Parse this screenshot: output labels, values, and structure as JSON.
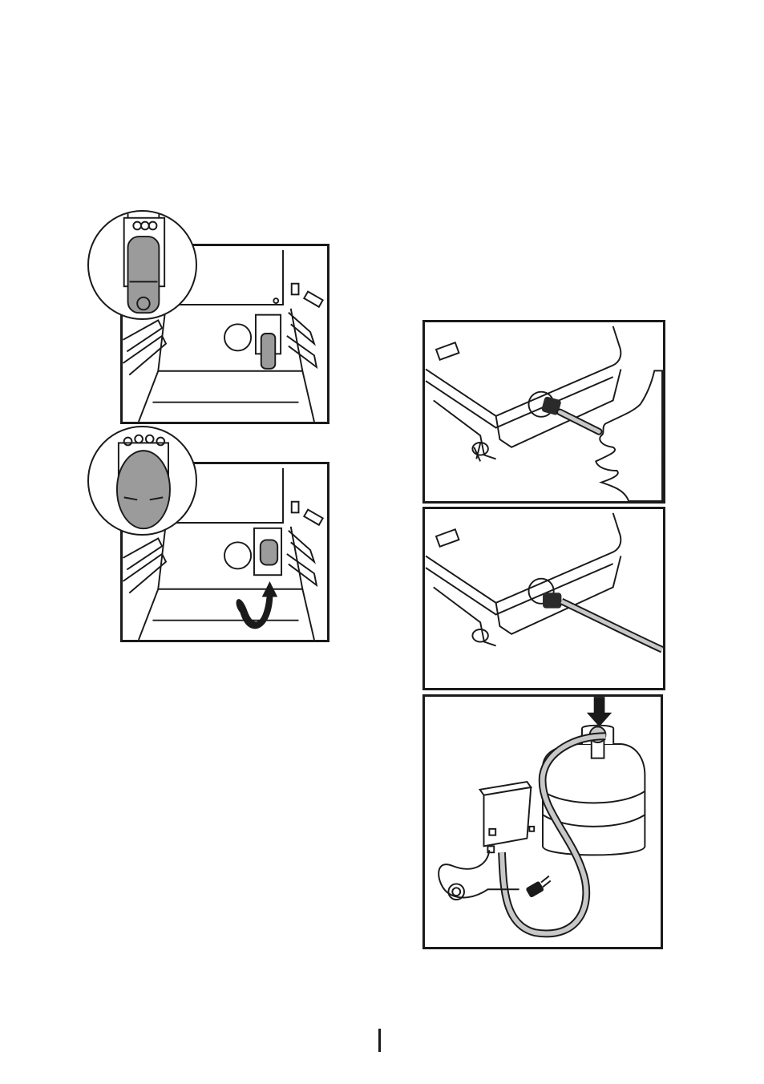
{
  "document": {
    "kind": "appliance manual page",
    "figures": [
      {
        "id": "filter-insert",
        "icons": [
          "fridge-interior-icon",
          "water-filter-icon",
          "magnifier-circle-icon"
        ]
      },
      {
        "id": "filter-twist",
        "icons": [
          "fridge-interior-icon",
          "water-filter-icon",
          "rotate-arrow-icon",
          "magnifier-circle-icon"
        ]
      },
      {
        "id": "tank-hose-insert",
        "icons": [
          "water-tank-icon",
          "hose-icon",
          "hand-icon"
        ]
      },
      {
        "id": "tank-hose-connected",
        "icons": [
          "water-tank-icon",
          "hose-icon"
        ]
      },
      {
        "id": "pump-bottle-setup",
        "icons": [
          "pump-unit-icon",
          "water-bottle-icon",
          "power-plug-icon",
          "down-arrow-icon"
        ]
      }
    ]
  },
  "colors": {
    "line": "#1a1a1a",
    "filter_gray": "#9b9b9b",
    "hose_gray": "#c8c8c8",
    "background": "#ffffff"
  }
}
